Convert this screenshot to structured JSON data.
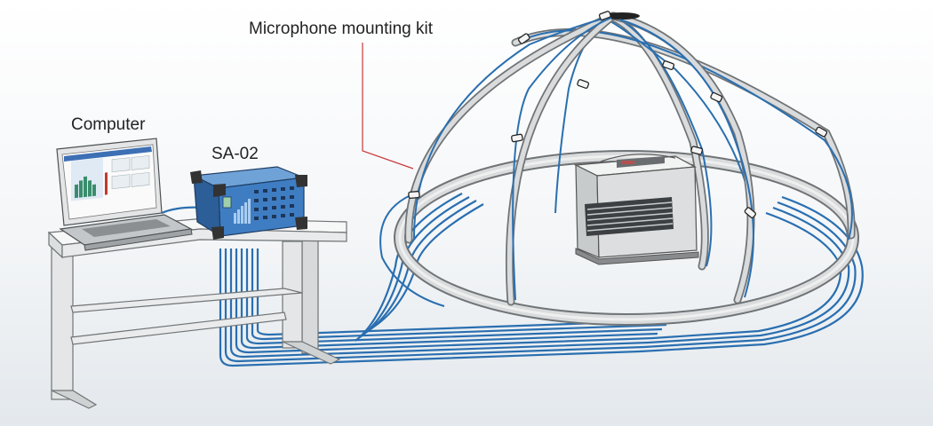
{
  "labels": {
    "kit": "Microphone mounting kit",
    "computer": "Computer",
    "analyzer": "SA-02"
  },
  "colors": {
    "cable": "#2a6fb0",
    "frame": "#c9ccce",
    "frame_edge": "#6f7477",
    "analyzer_body": "#3f7dc3",
    "leader_line": "#c8373a"
  },
  "icons": {
    "computer": "laptop-icon",
    "analyzer": "signal-analyzer-icon",
    "source": "heater-icon",
    "microphone": "microphone-icon"
  }
}
